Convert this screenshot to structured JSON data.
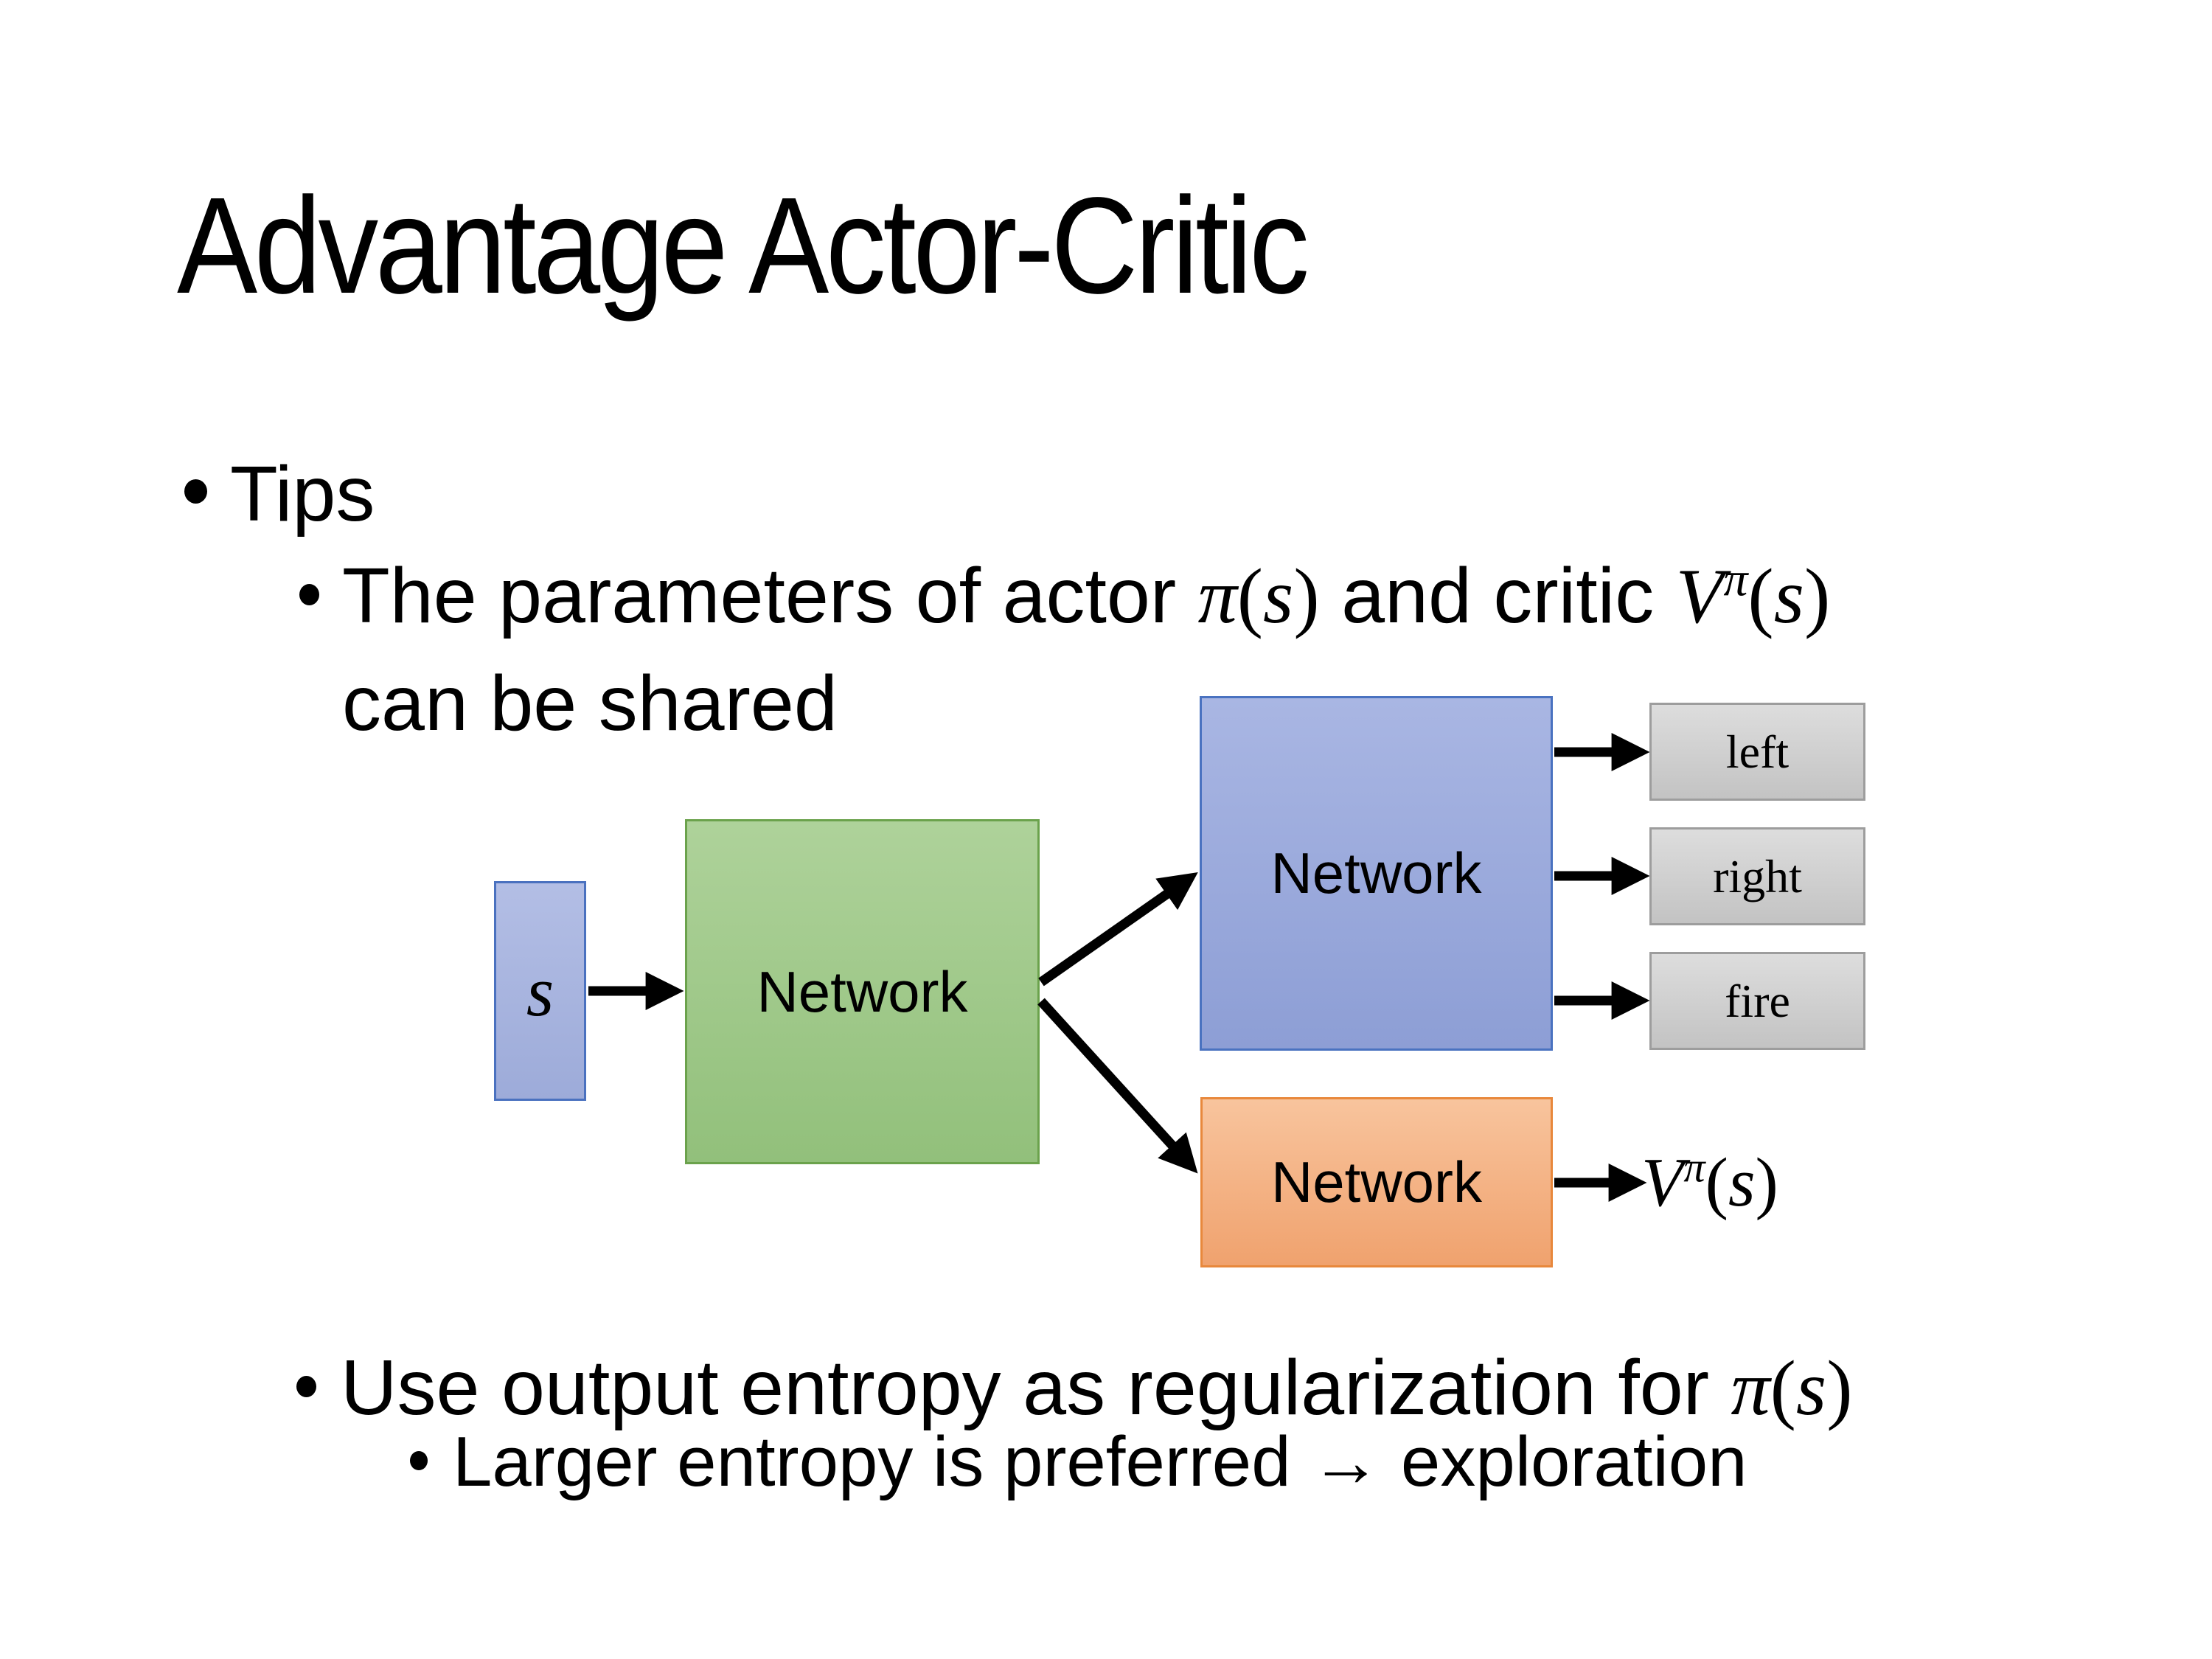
{
  "slide": {
    "title": "Advantage Actor-Critic",
    "bullet_l1": "Tips",
    "bullet_l2a": {
      "pre": "The parameters of actor ",
      "mid": "  and critic ",
      "line2": "can be shared"
    },
    "bullet_l2b": {
      "pre": "Use output entropy as regularization for "
    },
    "bullet_l3": "Larger entropy is preferred → exploration",
    "math": {
      "pi": "π",
      "s": "s",
      "V": "V",
      "lp": "(",
      "rp": ")"
    },
    "diagram": {
      "state_label": "s",
      "shared_network_label": "Network",
      "actor_network_label": "Network",
      "critic_network_label": "Network",
      "actions": [
        "left",
        "right",
        "fire"
      ]
    },
    "colors": {
      "shared_network_fill": "#9fc787",
      "shared_network_border": "#6ba24c",
      "actor_network_fill": "#9aaadc",
      "actor_network_border": "#4a72c0",
      "critic_network_fill": "#f4b183",
      "critic_network_border": "#e8883c",
      "state_box_fill": "#a8b5df",
      "state_box_border": "#4a71bf",
      "action_box_fill": "#d0d0d0",
      "action_box_border": "#9d9d9d",
      "arrow": "#000000",
      "text": "#000000",
      "background": "#ffffff"
    }
  }
}
